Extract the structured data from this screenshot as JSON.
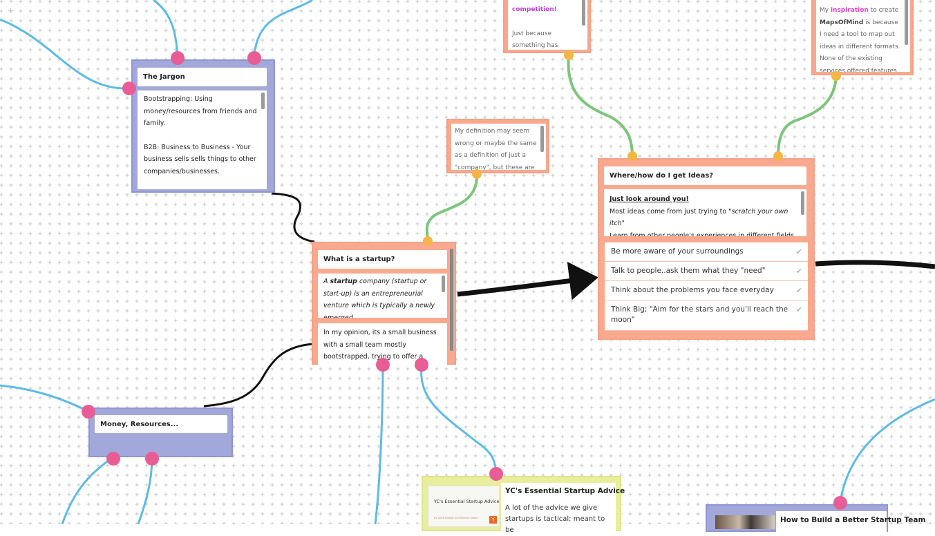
{
  "nodes": {
    "jargon": {
      "title": "The Jargon",
      "p1": "Bootstrapping: Using money/resources from friends and family.",
      "p2": "B2B: Business to Business - Your business sells sells things to other companies/businesses."
    },
    "startup": {
      "title": "What is a startup?",
      "def_pre": "A ",
      "def_bold": "startup",
      "def_post": " company (startup or start-up) is an entrepreneurial venture which is typically a newly emerged,",
      "opinion": "In my opinion, its a small business with a small team mostly bootstrapped, trying to offer a"
    },
    "definition_note": {
      "text": "My definition may seem wrong or maybe the same as a definition of just a \"company\", but these are"
    },
    "competition_note": {
      "highlight": "competition!",
      "text": "Just because something has already"
    },
    "inspiration_note": {
      "pre": "My ",
      "highlight": "inspiration",
      "mid": " to create ",
      "brand": "MapsOfMind",
      "post": " is because I need a tool to map out ideas in different formats. None of the existing services offered features"
    },
    "ideas": {
      "title": "Where/how do I get Ideas?",
      "heading": "Just look around you!",
      "line1_pre": "Most ideas come from just trying to ",
      "line1_em": "\"scratch your own itch\"",
      "line2": "Learn from other people's experiences in different fields, try to find out a way to make things easy - try to combine",
      "items": [
        "Be more aware of your surroundings",
        "Talk to people..ask them what they \"need\"",
        "Think about the problems you face everyday",
        "Think Big; \"Aim for the stars and you'll reach the moon\""
      ],
      "check": "✔"
    },
    "money": {
      "title": "Money, Resources..."
    },
    "yc": {
      "title": "YC's Essential Startup Advice",
      "text": "A lot of the advice we give startups is tactical; meant to be",
      "thumb_title": "YC's Essential Startup Advice",
      "thumb_byline": "By Geoff Ralston and Michael Seibel",
      "thumb_badge": "Y"
    },
    "team": {
      "title": "How to Build a Better Startup Team"
    }
  },
  "colors": {
    "blue_node": "#a3a8da",
    "orange_node": "#f9a98e",
    "yellow_node": "#e9ee9c",
    "blue_wire": "#5bbbe8",
    "green_wire": "#7cc57a",
    "black_wire": "#111111",
    "pink_port": "#e85d95",
    "yellow_port": "#f3b644"
  }
}
